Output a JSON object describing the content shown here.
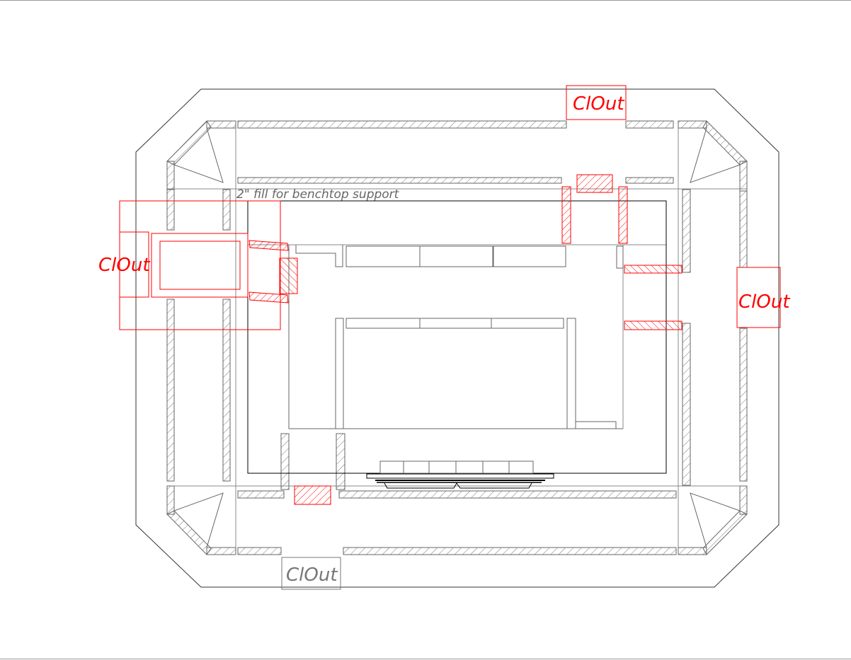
{
  "drawing": {
    "annotation": "2\" fill for benchtop support",
    "clout_top": "ClOut",
    "clout_left": "ClOut",
    "clout_right": "ClOut",
    "clout_bottom": "ClOut"
  },
  "colors": {
    "line": "#555555",
    "outline": "#000000",
    "red": "#ff0000",
    "hatch": "#777777"
  }
}
